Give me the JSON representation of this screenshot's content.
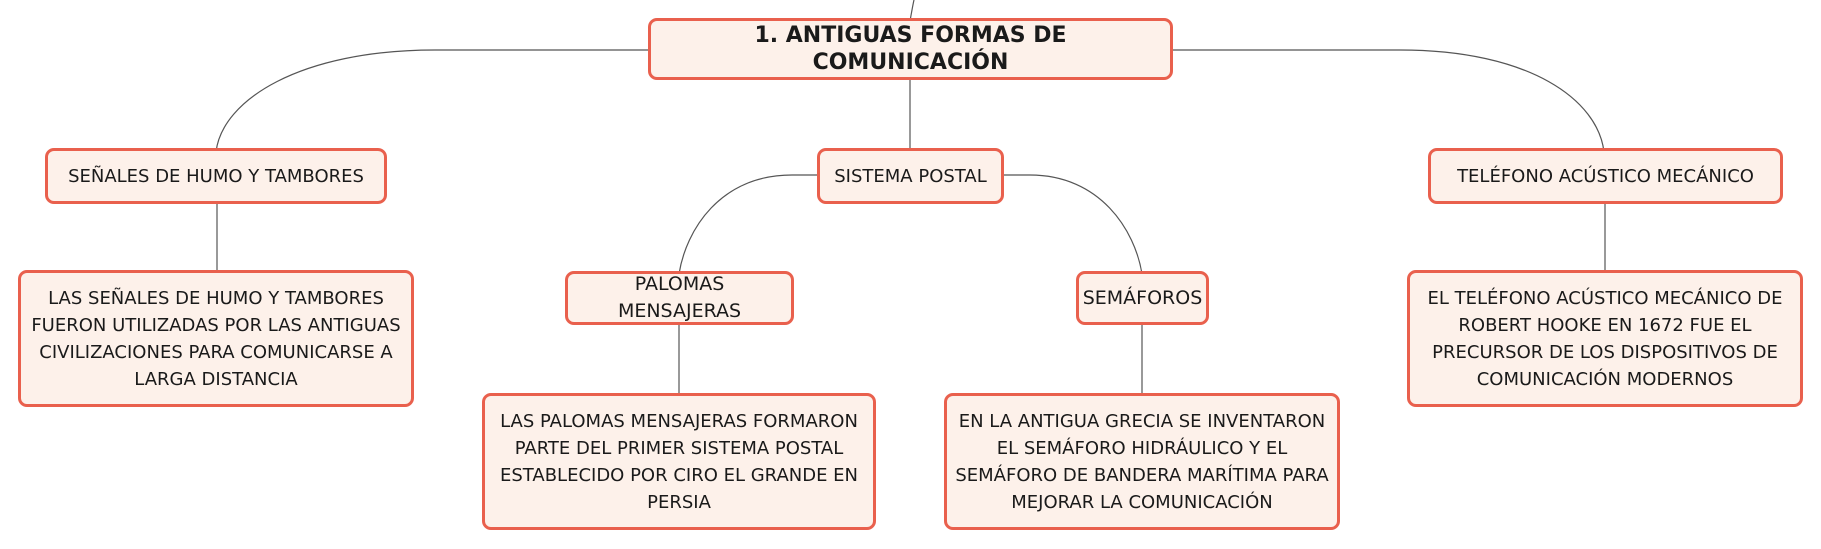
{
  "diagram": {
    "root": {
      "label": "1. ANTIGUAS FORMAS DE COMUNICACIÓN"
    },
    "branches": [
      {
        "label": "SEÑALES DE HUMO Y TAMBORES",
        "description": "LAS SEÑALES DE HUMO Y TAMBORES FUERON UTILIZADAS POR LAS ANTIGUAS CIVILIZACIONES PARA COMUNICARSE A LARGA DISTANCIA"
      },
      {
        "label": "SISTEMA POSTAL",
        "children": [
          {
            "label": "PALOMAS MENSAJERAS",
            "description": "LAS PALOMAS MENSAJERAS FORMARON PARTE DEL PRIMER SISTEMA POSTAL ESTABLECIDO POR CIRO EL GRANDE EN PERSIA"
          },
          {
            "label": "SEMÁFOROS",
            "description": "EN LA ANTIGUA GRECIA SE INVENTARON EL SEMÁFORO HIDRÁULICO Y EL SEMÁFORO DE BANDERA MARÍTIMA PARA MEJORAR LA COMUNICACIÓN"
          }
        ]
      },
      {
        "label": "TELÉFONO ACÚSTICO MECÁNICO",
        "description": "EL TELÉFONO ACÚSTICO MECÁNICO DE ROBERT HOOKE EN 1672 FUE EL PRECURSOR DE LOS DISPOSITIVOS DE COMUNICACIÓN MODERNOS"
      }
    ],
    "colors": {
      "border": "#e9604d",
      "fill": "#fdf1ea",
      "line": "#555555"
    }
  }
}
